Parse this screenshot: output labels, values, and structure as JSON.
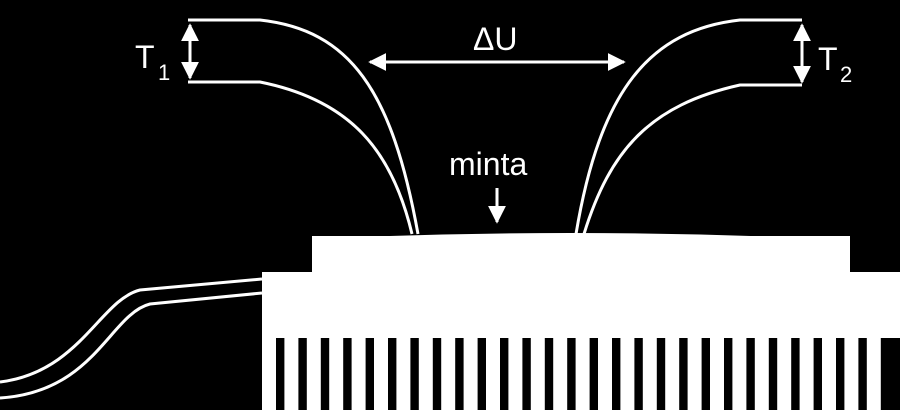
{
  "labels": {
    "t1_main": "T",
    "t1_sub": "1",
    "t2_main": "T",
    "t2_sub": "2",
    "delta_u": "ΔU",
    "sample": "minta"
  },
  "colors": {
    "background": "#000000",
    "foreground": "#ffffff"
  },
  "icons": {
    "sample_pointer": "arrow-down-icon",
    "t1_span": "double-arrow-vertical-icon",
    "t2_span": "double-arrow-vertical-icon",
    "delta_u_span": "double-arrow-horizontal-icon"
  }
}
